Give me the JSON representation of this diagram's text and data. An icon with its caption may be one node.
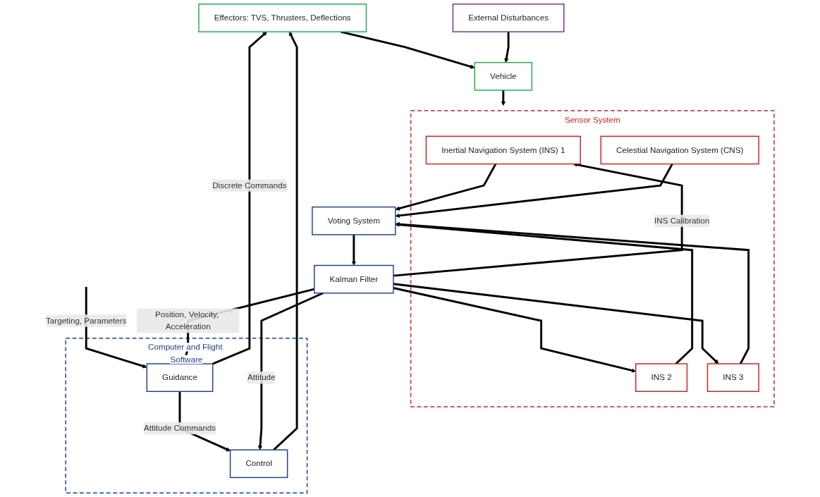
{
  "diagram": {
    "nodes": [
      {
        "text": [
          "Effectors: TVS, Thrusters, Deflections"
        ]
      },
      {
        "text": [
          "Vehicle"
        ]
      },
      {
        "text": [
          "External Disturbances"
        ]
      },
      {
        "text": [
          "Sensor System"
        ]
      },
      {
        "text": [
          "Inertial Navigation System (INS) 1"
        ],
        "in": 3
      },
      {
        "text": [
          "Computer and Flight Software"
        ]
      },
      {
        "text": [
          "Guidance"
        ],
        "in": 5
      },
      {
        "text": [
          "Control"
        ],
        "in": 5
      },
      {
        "text": [
          "Kalman Filter"
        ]
      },
      {
        "text": [
          "Voting System"
        ]
      },
      {
        "text": [
          "INS 2"
        ],
        "in": 3
      },
      {
        "text": [
          "INS 3"
        ],
        "in": 3
      },
      {
        "text": [
          "Celestial Navigation System (CNS)"
        ],
        "in": 3
      }
    ],
    "edges": [
      {
        "from": 6,
        "to": 0,
        "label": "Discrete Commands",
        "arrow": "to"
      },
      {
        "from": 7,
        "to": 0,
        "arrow": "to"
      },
      {
        "from": 0,
        "to": 1,
        "arrow": "to"
      },
      {
        "from": 2,
        "to": 1,
        "arrow": "to"
      },
      {
        "from": 1,
        "to": 3,
        "arrow": "to"
      },
      {
        "from": 8,
        "to": 4,
        "label": "INS Calibration",
        "arrow": "to"
      },
      {
        "from": 8,
        "to": 10,
        "arrow": "to"
      },
      {
        "from": 8,
        "to": 11,
        "arrow": "to"
      },
      {
        "from": null,
        "to": 6,
        "label": "Targeting, Parameters",
        "arrow": "to"
      },
      {
        "from": 6,
        "to": 7,
        "label": "Attitude Commands",
        "arrow": "to"
      },
      {
        "from": 8,
        "to": 7,
        "label": "Attitude",
        "arrow": "to"
      },
      {
        "from": 8,
        "to": 6,
        "label": "Position, Velocity, Acceleration",
        "arrow": "to"
      },
      {
        "from": 9,
        "to": 8,
        "arrow": "to"
      },
      {
        "from": 4,
        "to": 9,
        "arrow": "to"
      },
      {
        "from": 10,
        "to": 9,
        "arrow": "to"
      },
      {
        "from": 11,
        "to": 9,
        "arrow": "to"
      },
      {
        "from": 12,
        "to": 9,
        "arrow": "to"
      }
    ]
  }
}
